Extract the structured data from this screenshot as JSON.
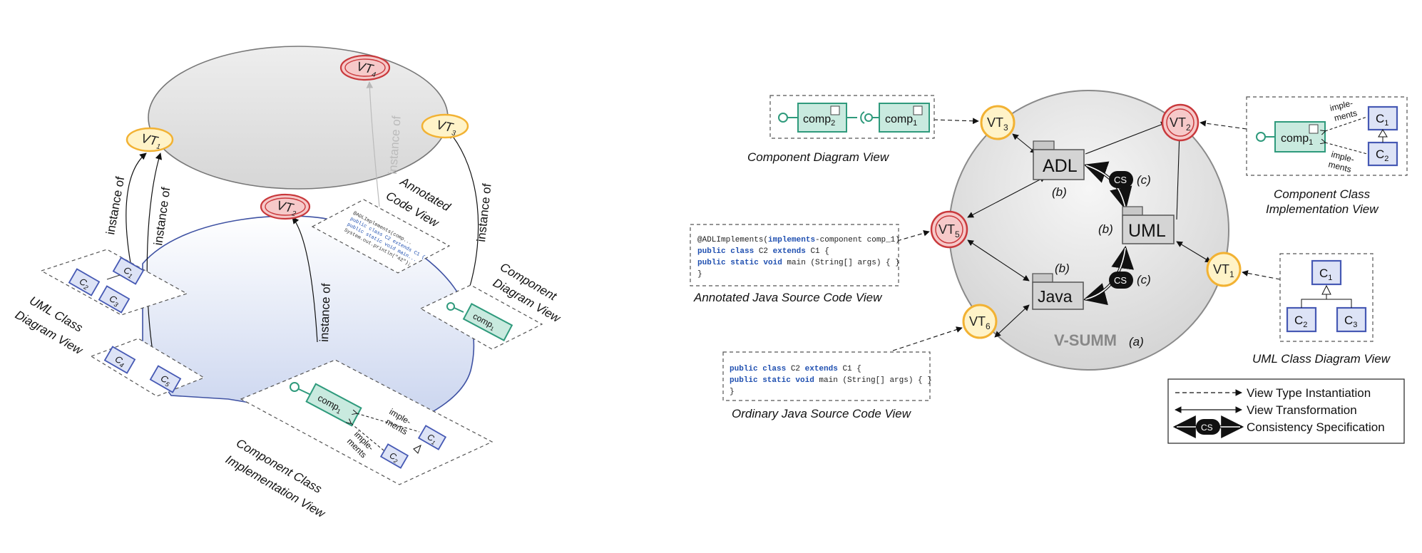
{
  "left_figure": {
    "view_types": {
      "vt1": {
        "base": "VT",
        "sub": "1"
      },
      "vt2": {
        "base": "VT",
        "sub": "2"
      },
      "vt3": {
        "base": "VT",
        "sub": "3"
      },
      "vt4": {
        "base": "VT",
        "sub": "4"
      }
    },
    "instance_of_label": "instance of",
    "views": {
      "uml_class": {
        "line1": "UML Class",
        "line2": "Diagram View",
        "classes": [
          {
            "base": "C",
            "sub": "1"
          },
          {
            "base": "C",
            "sub": "2"
          },
          {
            "base": "C",
            "sub": "3"
          }
        ]
      },
      "lower_classes": [
        {
          "base": "C",
          "sub": "4"
        },
        {
          "base": "C",
          "sub": "5"
        }
      ],
      "annotated_code": {
        "line1": "Annotated",
        "line2": "Code View",
        "code": [
          "@ADLImplements(comp...",
          "public class C2 extends C1 {",
          "public static void main...",
          "System.out.println(\"42\");"
        ]
      },
      "component_diagram": {
        "line1": "Component",
        "line2": "Diagram View",
        "comp": {
          "base": "comp",
          "sub": "1"
        }
      },
      "component_class_impl": {
        "line1": "Component Class",
        "line2": "Implementation View",
        "comp": {
          "base": "comp",
          "sub": "1"
        },
        "implements_top": [
          "imple-",
          "ments"
        ],
        "implements_bottom": [
          "imple-",
          "ments"
        ],
        "classes": [
          {
            "base": "C",
            "sub": "1"
          },
          {
            "base": "C",
            "sub": "2"
          }
        ]
      }
    }
  },
  "right_figure": {
    "center_label": "V-SUMM",
    "center_tag": "(a)",
    "models": {
      "adl": "ADL",
      "uml": "UML",
      "java": "Java"
    },
    "b_tag": "(b)",
    "c_tag": "(c)",
    "cs_badge": "CS",
    "view_types": {
      "vt1": {
        "base": "VT",
        "sub": "1"
      },
      "vt2": {
        "base": "VT",
        "sub": "2"
      },
      "vt3": {
        "base": "VT",
        "sub": "3"
      },
      "vt5": {
        "base": "VT",
        "sub": "5"
      },
      "vt6": {
        "base": "VT",
        "sub": "6"
      }
    },
    "views": {
      "component_diagram": {
        "caption": "Component Diagram View",
        "comp2": {
          "base": "comp",
          "sub": "2"
        },
        "comp1": {
          "base": "comp",
          "sub": "1"
        }
      },
      "annotated_java": {
        "caption": "Annotated Java Source Code View",
        "lines": [
          [
            {
              "t": "@ADLImplements(",
              "k": false
            },
            {
              "t": "implements",
              "k": true
            },
            {
              "t": "-component comp_1)",
              "k": false
            }
          ],
          [
            {
              "t": "public class",
              "k": true
            },
            {
              "t": " C2 ",
              "k": false
            },
            {
              "t": "extends",
              "k": true
            },
            {
              "t": " C1 {",
              "k": false
            }
          ],
          [
            {
              "t": "  public static void",
              "k": true
            },
            {
              "t": " main (String[] args) { }",
              "k": false
            }
          ],
          [
            {
              "t": "}",
              "k": false
            }
          ]
        ]
      },
      "ordinary_java": {
        "caption": "Ordinary Java Source Code View",
        "lines": [
          [
            {
              "t": "public class",
              "k": true
            },
            {
              "t": " C2 ",
              "k": false
            },
            {
              "t": "extends",
              "k": true
            },
            {
              "t": " C1 {",
              "k": false
            }
          ],
          [
            {
              "t": "  public static void",
              "k": true
            },
            {
              "t": " main (String[] args) { }",
              "k": false
            }
          ],
          [
            {
              "t": "}",
              "k": false
            }
          ]
        ]
      },
      "component_class_impl": {
        "caption_line1": "Component Class",
        "caption_line2": "Implementation View",
        "comp": {
          "base": "comp",
          "sub": "1"
        },
        "implements_top": [
          "imple-",
          "ments"
        ],
        "implements_bottom": [
          "imple-",
          "ments"
        ],
        "classes": [
          {
            "base": "C",
            "sub": "1"
          },
          {
            "base": "C",
            "sub": "2"
          }
        ]
      },
      "uml_class": {
        "caption": "UML Class Diagram View",
        "classes": [
          {
            "base": "C",
            "sub": "1"
          },
          {
            "base": "C",
            "sub": "2"
          },
          {
            "base": "C",
            "sub": "3"
          }
        ]
      }
    },
    "legend": [
      {
        "style": "dashed",
        "label": "View Type Instantiation"
      },
      {
        "style": "double-arrow",
        "label": "View Transformation"
      },
      {
        "style": "cs",
        "label": "Consistency Specification"
      }
    ]
  },
  "colors": {
    "vt_yellow_fill": "#fff3c8",
    "vt_yellow_stroke": "#f2b233",
    "vt_red_fill": "#f6c9c9",
    "vt_red_stroke": "#c9393c",
    "component_fill": "#c9eadf",
    "component_stroke": "#2f9a7c",
    "class_fill": "#dde3f6",
    "class_stroke": "#4659b4",
    "model_fill": "#d4d4d4",
    "vsum_fill": "#e4e4e4"
  }
}
